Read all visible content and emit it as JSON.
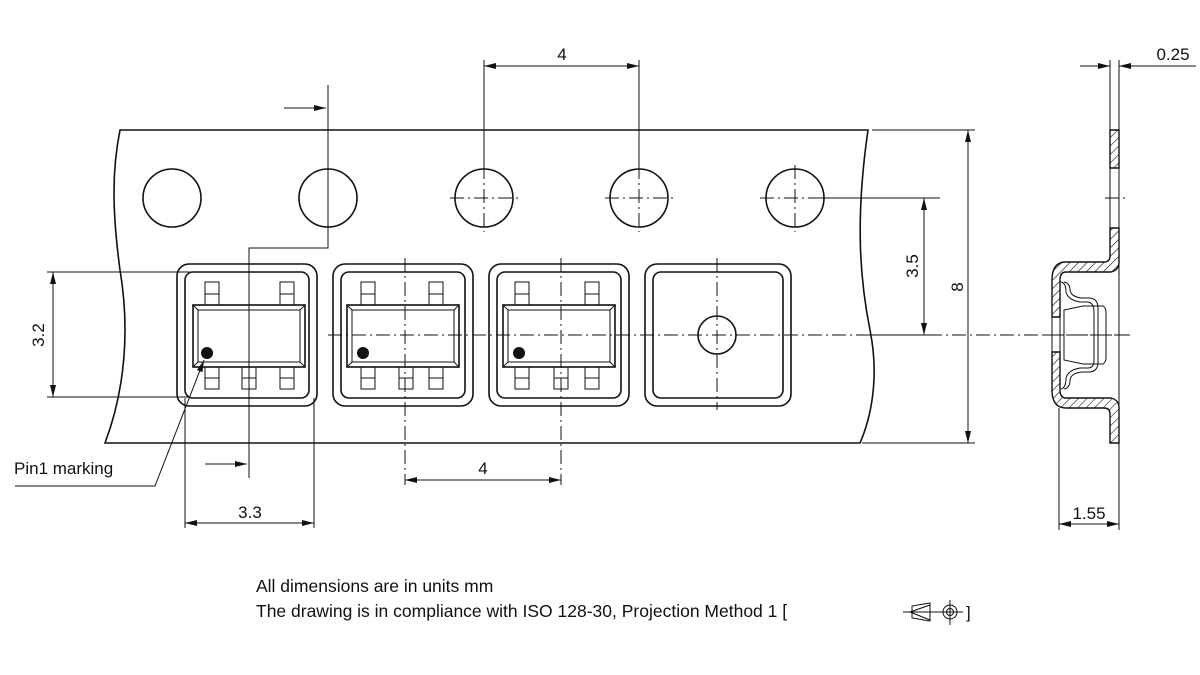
{
  "drawing": {
    "title": "Carrier tape drawing (SOT-353 style package)",
    "dimensions": {
      "sprocket_pitch": "4",
      "pocket_pitch": "4",
      "pocket_length": "3.2",
      "pocket_width": "3.3",
      "hole_to_pocket_center": "3.5",
      "tape_width": "8",
      "tape_thickness": "0.25",
      "pocket_depth": "1.55"
    },
    "labels": {
      "pin1": "Pin1 marking"
    },
    "notes": {
      "line1": "All dimensions are in units mm",
      "line2": "The drawing is in compliance with ISO 128-30, Projection Method 1 ["
    },
    "close_bracket": "]",
    "colors": {
      "line": "#111111",
      "background": "#ffffff"
    }
  }
}
